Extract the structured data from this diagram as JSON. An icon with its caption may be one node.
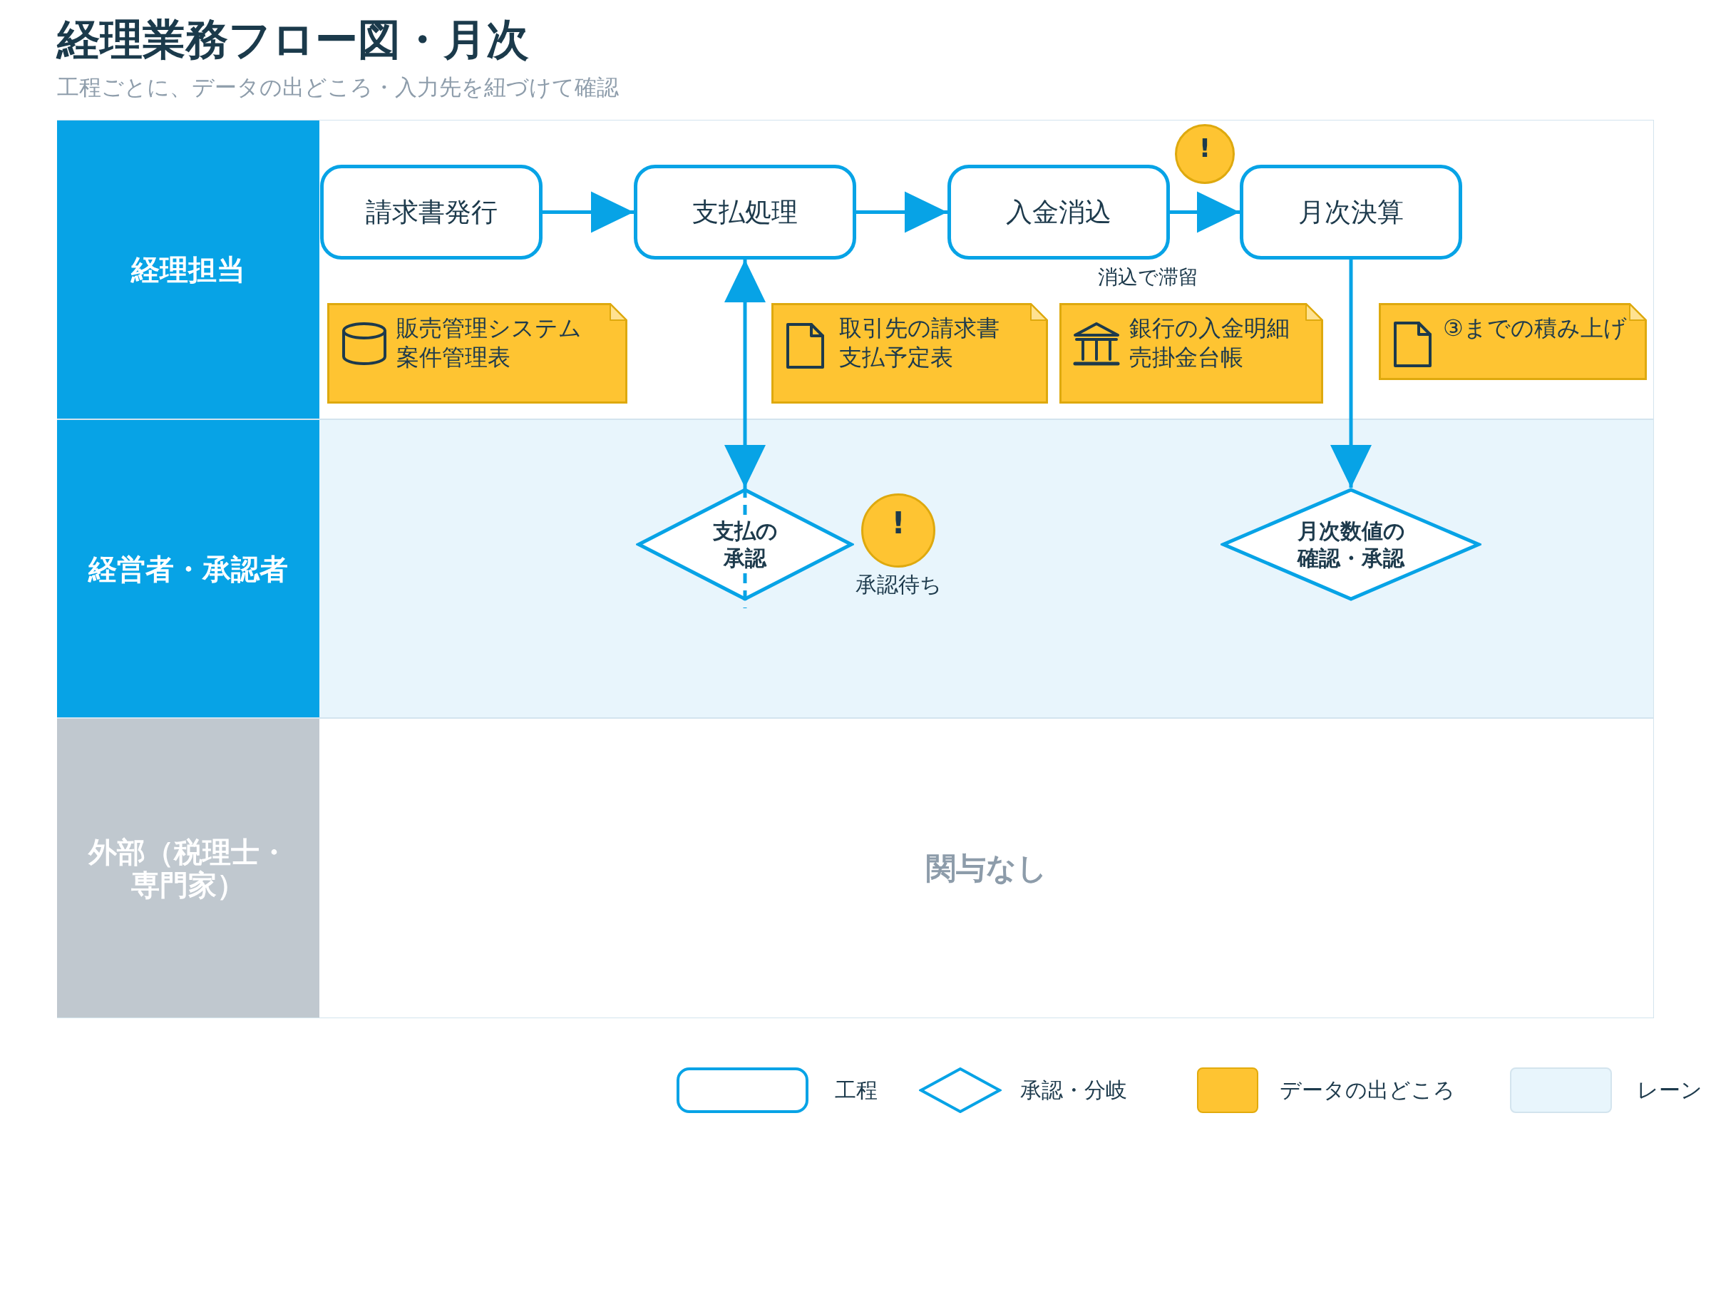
{
  "diagram": {
    "title": "経理業務フロー図・月次",
    "nodes": [
      {
        "text": [
          "経理担当"
        ]
      },
      {
        "text": [
          "請求書発行"
        ],
        "in": 0
      },
      {
        "text": [
          "支払処理"
        ],
        "in": 0
      },
      {
        "text": [
          "入金消込"
        ],
        "in": 0
      },
      {
        "text": [
          "!"
        ],
        "in": 0
      },
      {
        "text": [
          "月次決算"
        ],
        "in": 0
      },
      {
        "text": [
          "販売管理システム",
          "案件管理表"
        ],
        "in": 0
      },
      {
        "text": [
          "取引先の請求書",
          "支払予定表"
        ],
        "in": 0
      },
      {
        "text": [
          "銀行の入金明細",
          "売掛金台帳"
        ],
        "in": 0
      },
      {
        "text": [
          "③までの積み上げ"
        ],
        "in": 0
      },
      {
        "text": [
          "経営者・承認者"
        ]
      },
      {
        "text": [
          "支払の承認"
        ],
        "in": 10
      },
      {
        "text": [
          "!"
        ],
        "beside": [
          "承認待ち"
        ],
        "in": 10
      },
      {
        "text": [
          "月次数値の確認・承認"
        ],
        "in": 10
      },
      {
        "text": [
          "外部（税理士・専門家）",
          "関与なし"
        ]
      }
    ],
    "edges": [
      {
        "from": 1,
        "to": 2,
        "arrow": "to"
      },
      {
        "from": 2,
        "to": 3,
        "arrow": "to"
      },
      {
        "from": 3,
        "to": 5,
        "arrow": "to"
      },
      {
        "from": 2,
        "to": 11,
        "arrow": "both"
      },
      {
        "from": 11,
        "to": null,
        "arrow": "none",
        "style": "dashed"
      },
      {
        "from": 5,
        "to": 13,
        "arrow": "to"
      }
    ],
    "labels": [
      "工程ごとに、データの出どころ・入力先を紐づけて確認",
      "消込で滞留"
    ],
    "legend": [
      {
        "text": "工程"
      },
      {
        "text": "承認・分岐"
      },
      {
        "text": "データの出どころ",
        "color": "#fec432"
      },
      {
        "text": "レーン",
        "color": "#e8f5fc"
      }
    ]
  }
}
